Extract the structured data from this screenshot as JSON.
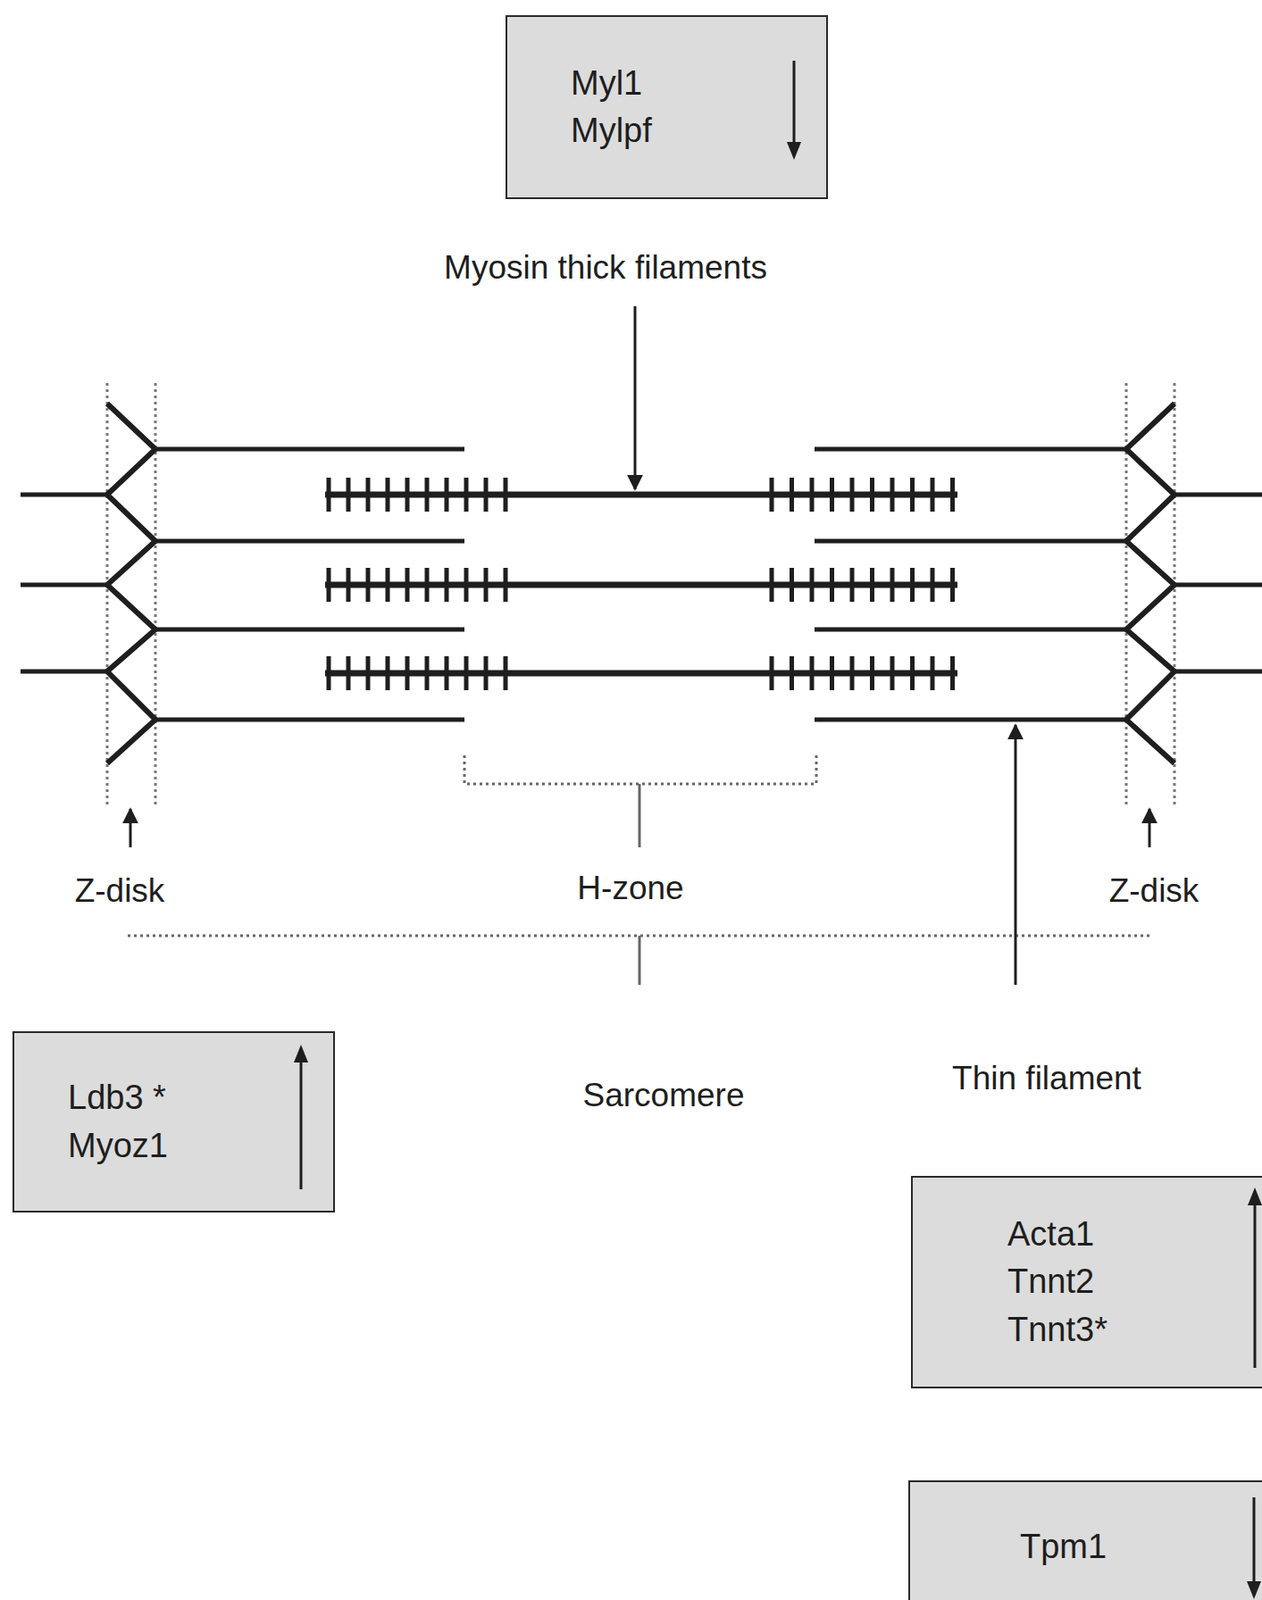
{
  "diagram": {
    "nodes": [
      {
        "text": [
          "Myl1",
          "Mylpf"
        ]
      },
      {
        "text": [
          "Ldb3 *",
          "Myoz1"
        ]
      },
      {
        "text": [
          "Acta1",
          "Tnnt2",
          "Tnnt3*"
        ]
      },
      {
        "text": [
          "Tpm1"
        ]
      }
    ],
    "labels": [
      "Myosin thick filaments",
      "Z-disk",
      "H-zone",
      "Z-disk",
      "Sarcomere",
      "Thin filament"
    ]
  }
}
